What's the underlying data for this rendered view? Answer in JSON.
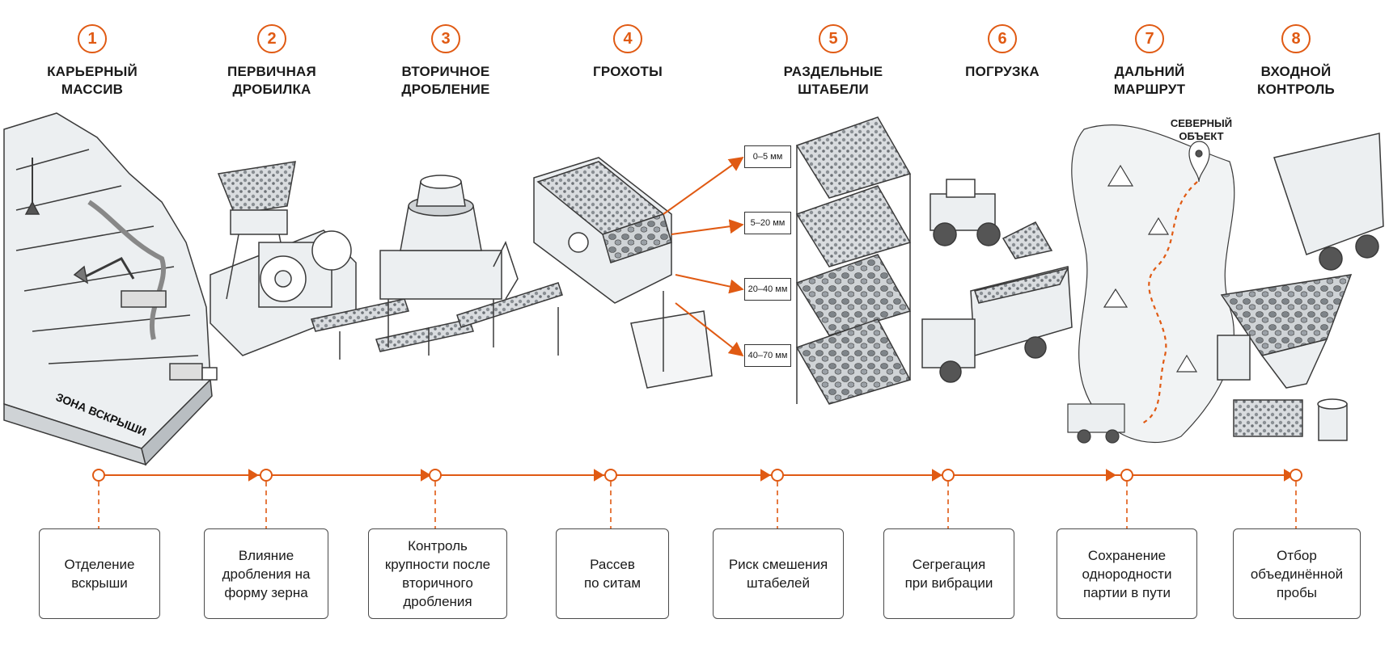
{
  "steps": [
    {
      "num": "1",
      "title": "КАРЬЕРНЫЙ\nМАССИВ",
      "label": "Отделение\nвскрыши"
    },
    {
      "num": "2",
      "title": "ПЕРВИЧНАЯ\nДРОБИЛКА",
      "label": "Влияние\nдробления на\nформу зерна"
    },
    {
      "num": "3",
      "title": "ВТОРИЧНОЕ\nДРОБЛЕНИЕ",
      "label": "Контроль\nкрупности после\nвторичного\nдробления"
    },
    {
      "num": "4",
      "title": "ГРОХОТЫ",
      "label": "Рассев\nпо ситам"
    },
    {
      "num": "5",
      "title": "РАЗДЕЛЬНЫЕ\nШТАБЕЛИ",
      "label": "Риск смешения\nштабелей"
    },
    {
      "num": "6",
      "title": "ПОГРУЗКА",
      "label": "Сегрегация\nпри вибрации"
    },
    {
      "num": "7",
      "title": "ДАЛЬНИЙ\nМАРШРУТ",
      "label": "Сохранение\nоднородности\nпартии в пути"
    },
    {
      "num": "8",
      "title": "ВХОДНОЙ\nКОНТРОЛЬ",
      "label": "Отбор\nобъединённой\nпробы"
    }
  ],
  "fractions": [
    "0–5 мм",
    "5–20 мм",
    "20–40 мм",
    "40–70 мм"
  ],
  "overburden_label": "ЗОНА ВСКРЫШИ",
  "destination_label": "СЕВЕРНЫЙ\nОБЪЕКТ",
  "colors": {
    "accent": "#e05a13",
    "line": "#3a3a3a",
    "fill": "#eceff1",
    "rock": "#9aa0a6"
  }
}
